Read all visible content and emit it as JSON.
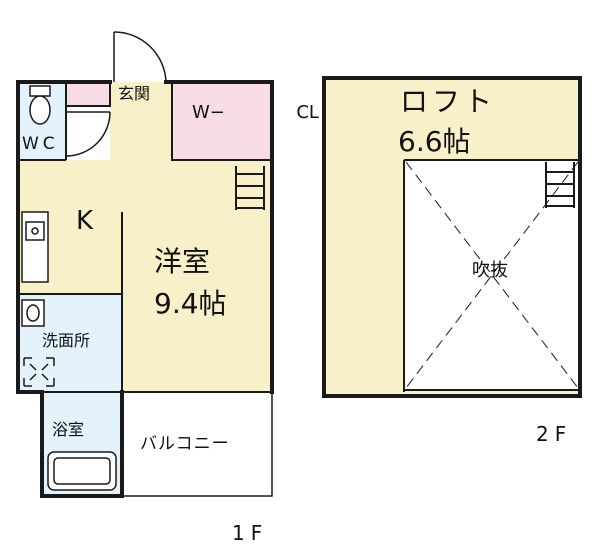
{
  "floor1": {
    "label": "1F",
    "rooms": {
      "wc": "WC",
      "entrance": "玄関",
      "walk_in_closet": "W−  CL",
      "kitchen": "K",
      "western_room_name": "洋室",
      "western_room_size": "9.4帖",
      "washroom": "洗面所",
      "bathroom": "浴室",
      "balcony": "バルコニー"
    }
  },
  "floor2": {
    "label": "2F",
    "rooms": {
      "loft_name": "ロフト",
      "loft_size": "6.6帖",
      "open_ceiling": "吹抜"
    }
  },
  "colors": {
    "floor_beige": "#f8f0c8",
    "closet_pink": "#f8dce6",
    "wet_area_blue": "#e4f2fc",
    "wall": "#1a1a1a"
  }
}
